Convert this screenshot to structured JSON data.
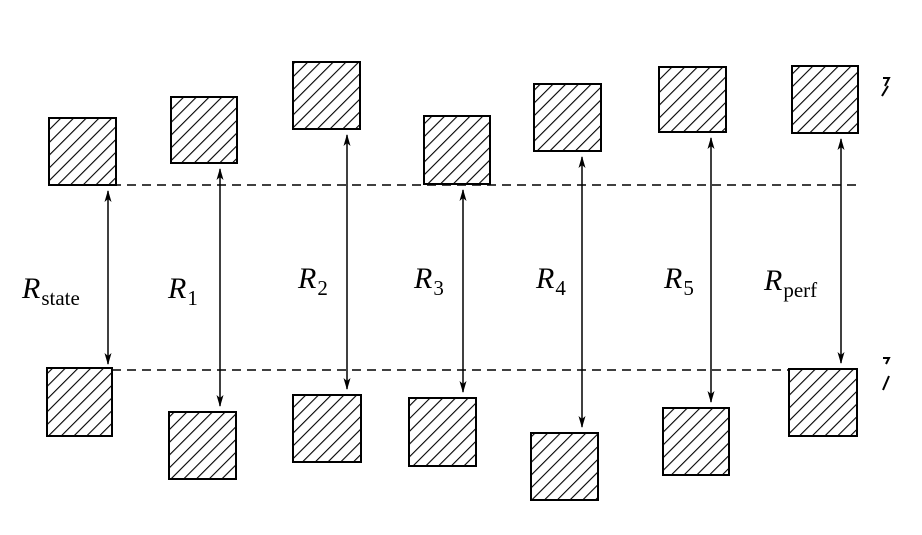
{
  "diagram": {
    "colors": {
      "stroke": "#000000",
      "hatch": "#000000",
      "background": "#ffffff"
    },
    "reference_lines": [
      "upper-datum",
      "lower-datum"
    ],
    "columns": [
      {
        "symbol": "R",
        "subscript": "state"
      },
      {
        "symbol": "R",
        "subscript": "1"
      },
      {
        "symbol": "R",
        "subscript": "2"
      },
      {
        "symbol": "R",
        "subscript": "3"
      },
      {
        "symbol": "R",
        "subscript": "4"
      },
      {
        "symbol": "R",
        "subscript": "5"
      },
      {
        "symbol": "R",
        "subscript": "perf"
      }
    ]
  }
}
